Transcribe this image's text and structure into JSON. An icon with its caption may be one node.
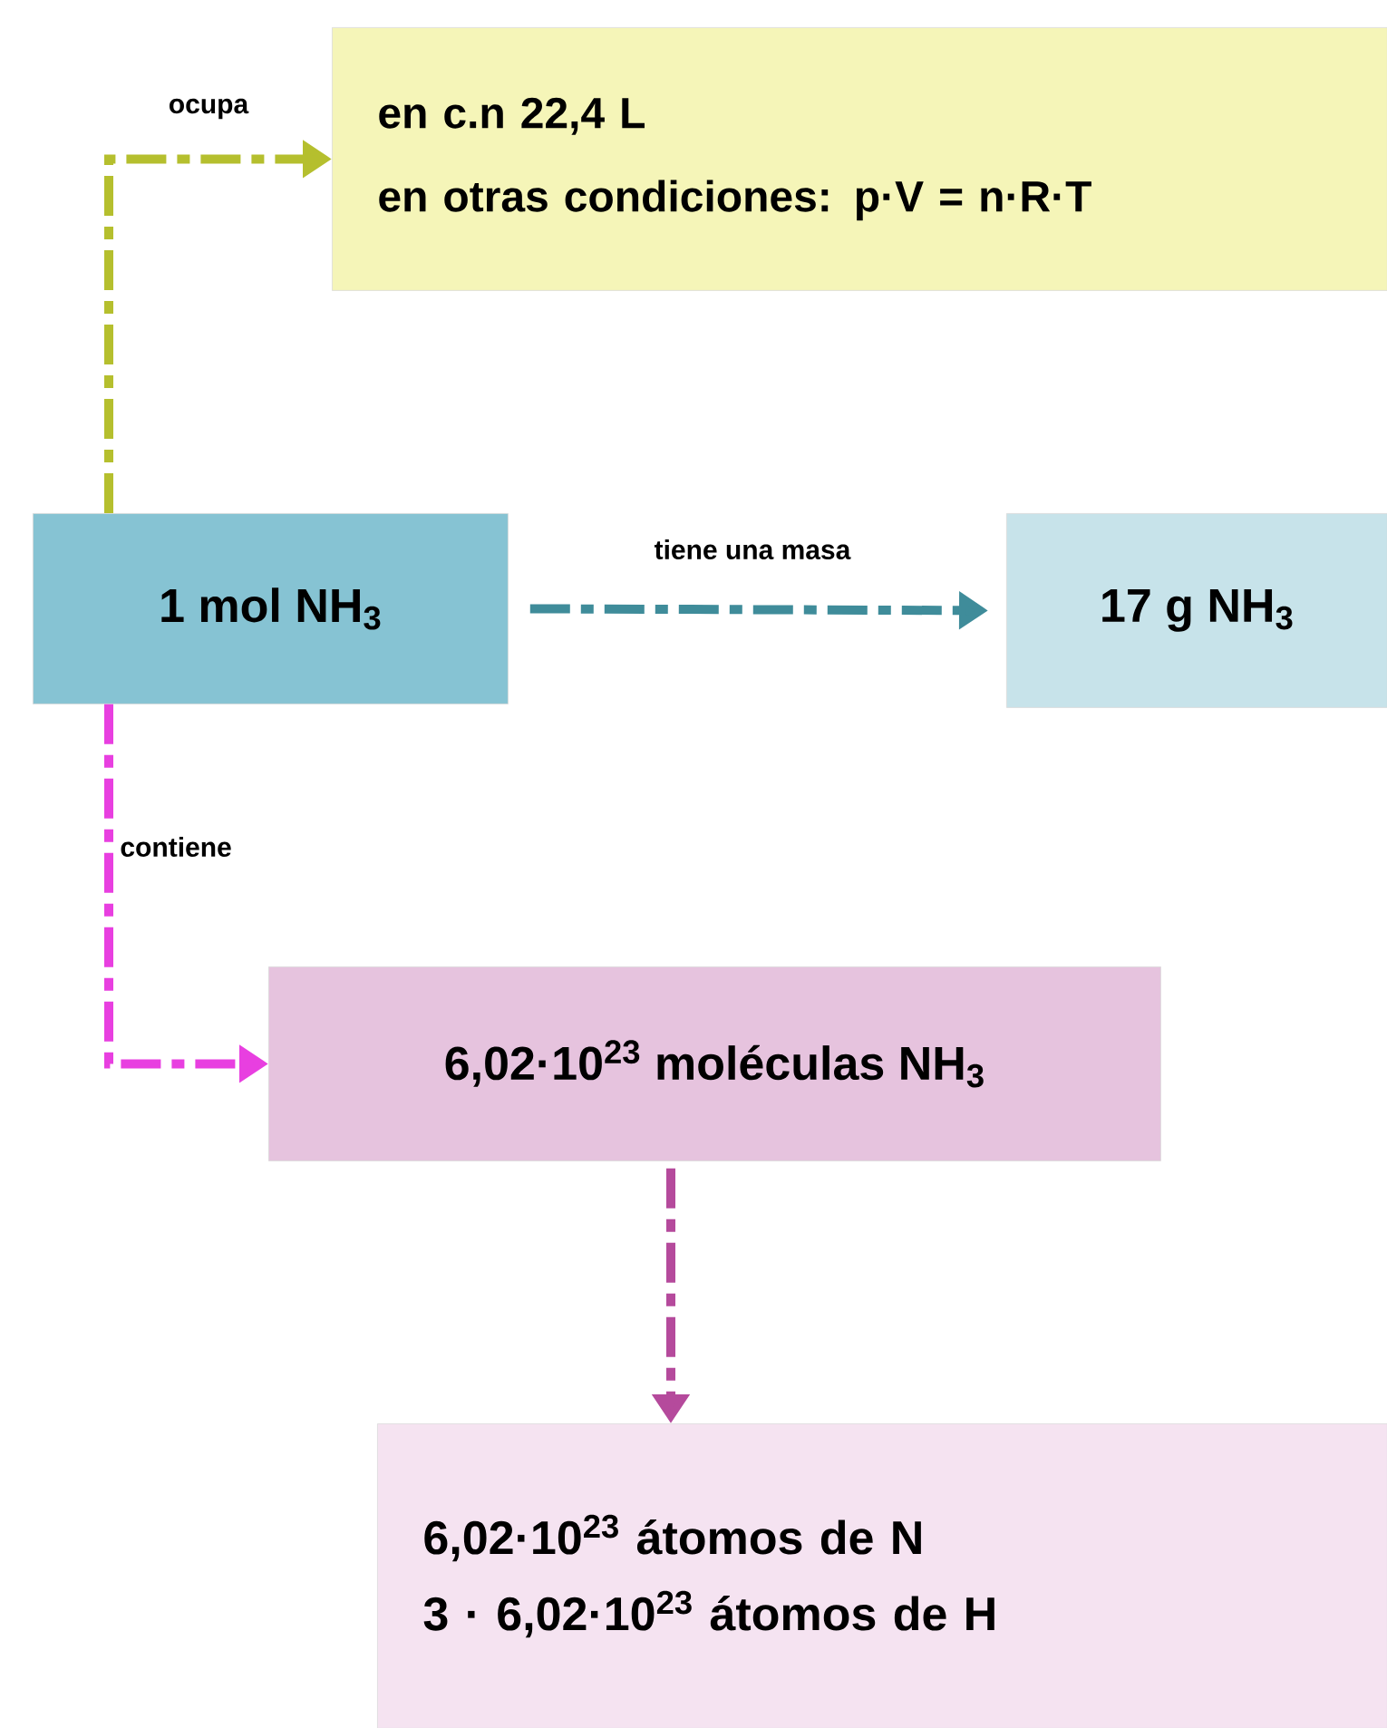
{
  "diagram": {
    "nodes": [
      {
        "text": [
          "en c.n 22,4 L",
          "en otras condiciones: p·V = n·R·T"
        ]
      },
      {
        "text": [
          "1 mol NH$_{3}$"
        ]
      },
      {
        "text": [
          "17 g NH$_{3}$"
        ]
      },
      {
        "text": [
          "6,02·10$^{23}$ moléculas NH$_{3}$"
        ]
      },
      {
        "text": [
          "6,02·10$^{23}$ átomos de N",
          "3 · 6,02·10$^{23}$ átomos de H"
        ]
      }
    ],
    "edges": [
      {
        "from": 1,
        "to": 0,
        "arrow": "to",
        "label": "ocupa",
        "style": "dashed",
        "color": "#b5bf2e"
      },
      {
        "from": 1,
        "to": 2,
        "arrow": "to",
        "label": "tiene una masa",
        "style": "dashed",
        "color": "#3f8c9a"
      },
      {
        "from": 1,
        "to": 3,
        "arrow": "to",
        "label": "contiene",
        "style": "dashed",
        "color": "#e83fe0"
      },
      {
        "from": 3,
        "to": 4,
        "arrow": "to",
        "style": "dashed",
        "color": "#b54a9c"
      }
    ]
  }
}
